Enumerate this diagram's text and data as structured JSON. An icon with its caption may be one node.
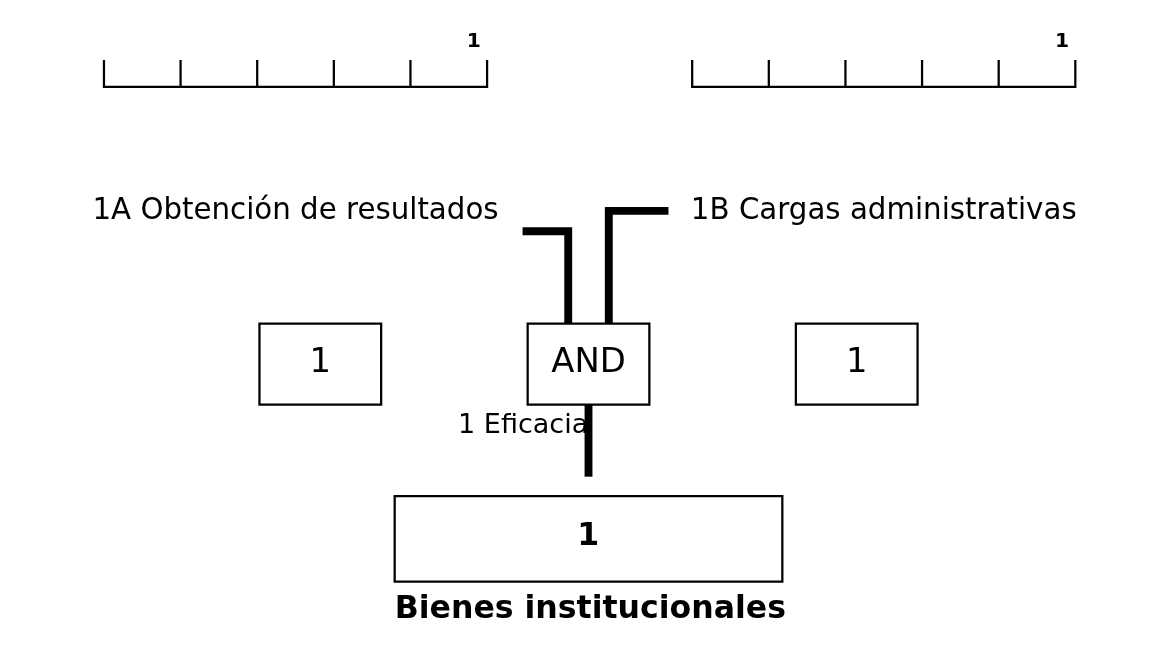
{
  "diagram": {
    "nodes": [
      {
        "text": [
          "1A Obtención de resultados"
        ]
      },
      {
        "text": [
          "1"
        ]
      },
      {
        "text": [
          "1B Cargas administrativas"
        ]
      },
      {
        "text": [
          "1"
        ]
      },
      {
        "text": [
          "AND"
        ]
      },
      {
        "text": [
          "1",
          "Bienes institucionales"
        ]
      }
    ],
    "edges": [
      {
        "from": 0,
        "to": 4,
        "arrow": "none"
      },
      {
        "from": 2,
        "to": 4,
        "arrow": "none"
      },
      {
        "from": 4,
        "to": 5,
        "arrow": "none",
        "label": "1 Eficacia"
      }
    ],
    "labels": [
      "1",
      "1"
    ]
  }
}
